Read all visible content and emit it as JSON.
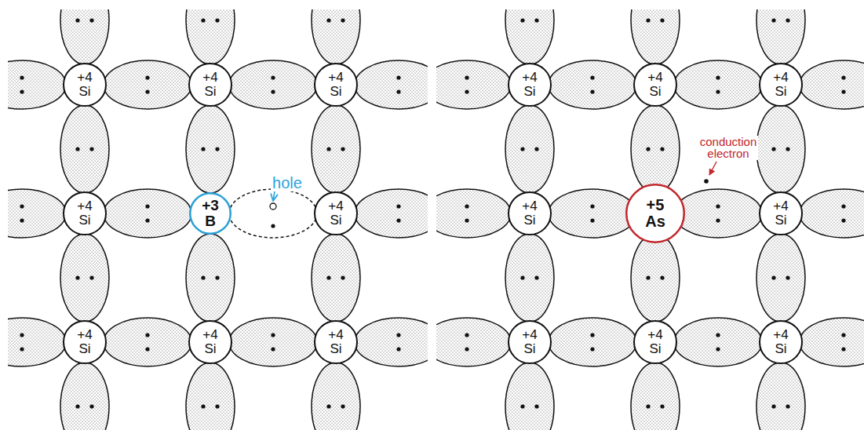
{
  "diagram": {
    "nodes": [
      {
        "text": [
          "+4 Si"
        ]
      },
      {
        "text": [
          "+4 Si"
        ]
      },
      {
        "text": [
          "+4 Si"
        ]
      },
      {
        "text": [
          "+4 Si"
        ]
      },
      {
        "text": [
          "+3 B"
        ]
      },
      {
        "text": [
          "+4 Si"
        ]
      },
      {
        "text": [
          "+4 Si"
        ]
      },
      {
        "text": [
          "+4 Si"
        ]
      },
      {
        "text": [
          "+4 Si"
        ]
      },
      {
        "text": [
          "+4 Si"
        ]
      },
      {
        "text": [
          "+4 Si"
        ]
      },
      {
        "text": [
          "+4 Si"
        ]
      },
      {
        "text": [
          "+4 Si"
        ]
      },
      {
        "text": [
          "+5 As"
        ]
      },
      {
        "text": [
          "+4 Si"
        ]
      },
      {
        "text": [
          "+4 Si"
        ]
      },
      {
        "text": [
          "+4 Si"
        ]
      },
      {
        "text": [
          "+4 Si"
        ]
      }
    ],
    "labels": [
      "hole",
      "conduction electron"
    ]
  }
}
